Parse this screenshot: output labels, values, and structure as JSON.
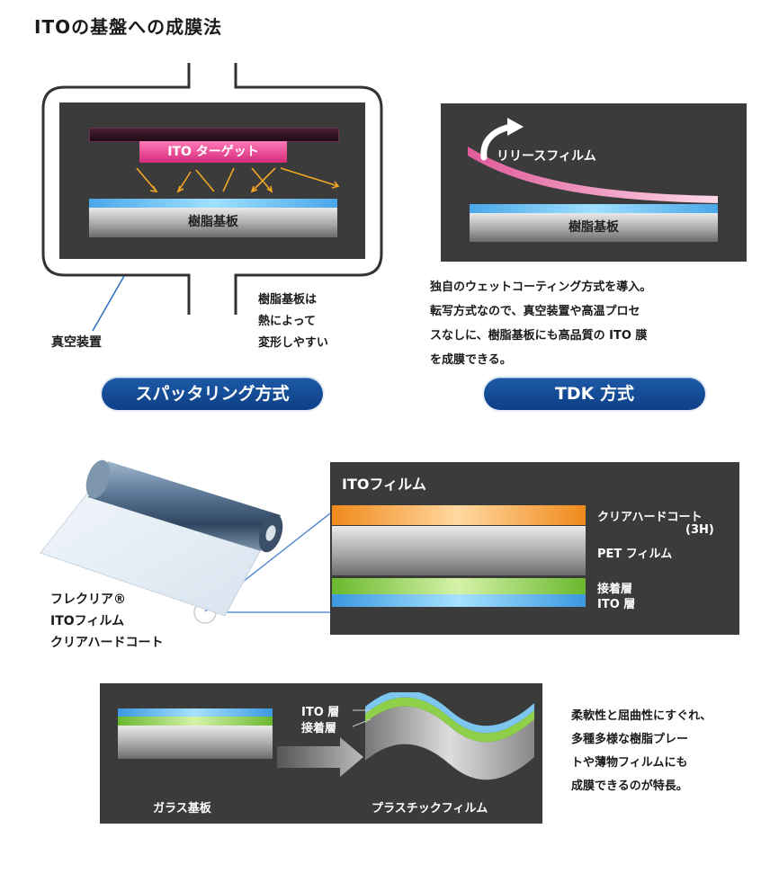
{
  "title": "ITOの基盤への成膜法",
  "sputtering": {
    "target_label": "ITO ターゲット",
    "substrate_label": "樹脂基板",
    "vacuum_label": "真空装置",
    "deform_note": [
      "樹脂基板は",
      "熱によって",
      "変形しやすい"
    ],
    "method_label": "スパッタリング方式"
  },
  "tdk": {
    "release_label": "リリースフィルム",
    "substrate_label": "樹脂基板",
    "description": [
      "独自のウェットコーティング方式を導入。",
      "転写方式なので、真空装置や高温プロセ",
      "スなしに、樹脂基板にも高品質の ITO 膜",
      "を成膜できる。"
    ],
    "method_label": "TDK 方式"
  },
  "film": {
    "product_lines": [
      "フレクリア®",
      "ITOフィルム",
      "クリアハードコート"
    ],
    "panel_title": "ITOフィルム",
    "layers": {
      "hardcoat": "クリアハードコート",
      "hardcoat_sub": "(3H)",
      "pet": "PET フィルム",
      "adhesive": "接着層",
      "ito": "ITO 層"
    }
  },
  "glass": {
    "ito_label": "ITO 層",
    "adhesive_label": "接着層",
    "glass_label": "ガラス基板",
    "plastic_label": "プラスチックフィルム",
    "description": [
      "柔軟性と屈曲性にすぐれ、",
      "多種多様な樹脂プレー",
      "トや薄物フィルムにも",
      "成膜できるのが特長。"
    ]
  }
}
